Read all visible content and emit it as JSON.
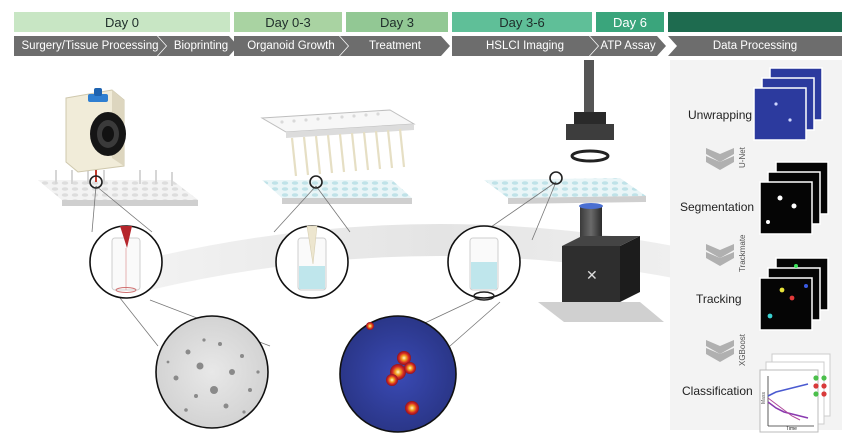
{
  "days": [
    {
      "label": "Day 0",
      "color": "#c8e6c4"
    },
    {
      "label": "Day 0-3",
      "color": "#a9d3a2"
    },
    {
      "label": "Day 3",
      "color": "#92c894"
    },
    {
      "label": "Day 3-6",
      "color": "#5fbf98"
    },
    {
      "label": "Day 6",
      "color": "#3aa57c"
    },
    {
      "label": "",
      "color": "#1e6b4f"
    }
  ],
  "steps": [
    "Surgery/Tissue Processing",
    "Bioprinting",
    "Organoid Growth",
    "Treatment",
    "HSLCI Imaging",
    "ATP Assay",
    "Data Processing"
  ],
  "step_color": "#6d6d6d",
  "pipeline": {
    "stages": [
      "Unwrapping",
      "Segmentation",
      "Tracking",
      "Classification"
    ],
    "methods": [
      "U-Net",
      "Trackmate",
      "XGBoost"
    ]
  },
  "plot_axes": {
    "y": "Mass",
    "x": "Time"
  },
  "plot_points": [
    {
      "x": 26,
      "y": 66,
      "color": "green"
    },
    {
      "x": 26,
      "y": 74,
      "color": "red"
    },
    {
      "x": 34,
      "y": 66,
      "color": "green"
    },
    {
      "x": 34,
      "y": 74,
      "color": "red"
    },
    {
      "x": 26,
      "y": 82,
      "color": "green"
    },
    {
      "x": 34,
      "y": 82,
      "color": "red"
    }
  ],
  "colors": {
    "accent_blue": "#2c3a9e",
    "organoid_red": "#c8262c",
    "plate_fluid": "#cde9ee"
  }
}
